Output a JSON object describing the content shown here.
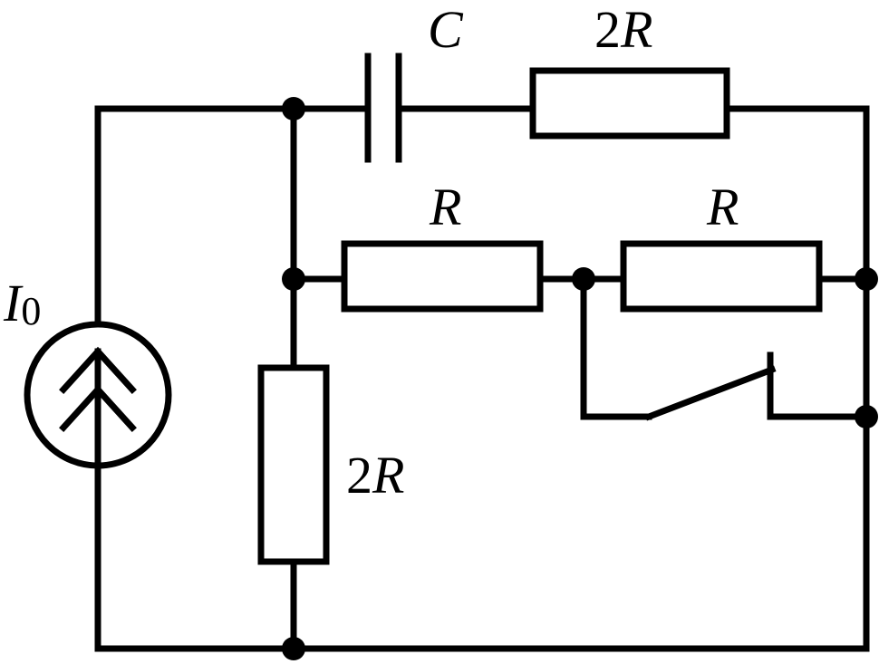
{
  "diagram": {
    "source": {
      "symbol": "I",
      "subscript": "0"
    },
    "capacitor": {
      "label": "C"
    },
    "resistor_top": {
      "coef": "2",
      "symbol": "R"
    },
    "resistor_middle_left": {
      "symbol": "R"
    },
    "resistor_middle_right": {
      "symbol": "R"
    },
    "resistor_vertical": {
      "coef": "2",
      "symbol": "R"
    },
    "switch": {
      "state": "open"
    },
    "colors": {
      "stroke": "#000000",
      "background": "#ffffff"
    }
  }
}
